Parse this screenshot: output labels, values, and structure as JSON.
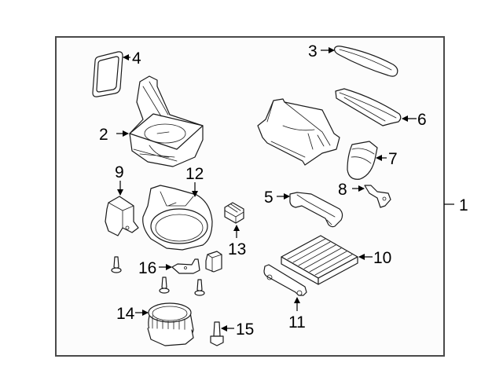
{
  "diagram": {
    "title_assembly_callout": "1",
    "callouts": {
      "c1": "1",
      "c2": "2",
      "c3": "3",
      "c4": "4",
      "c5": "5",
      "c6": "6",
      "c7": "7",
      "c8": "8",
      "c9": "9",
      "c10": "10",
      "c11": "11",
      "c12": "12",
      "c13": "13",
      "c14": "14",
      "c15": "15",
      "c16": "16"
    },
    "colors": {
      "frame": "#4a4a4a",
      "background": "#fcfcfc",
      "line": "#1a1a1a"
    }
  }
}
